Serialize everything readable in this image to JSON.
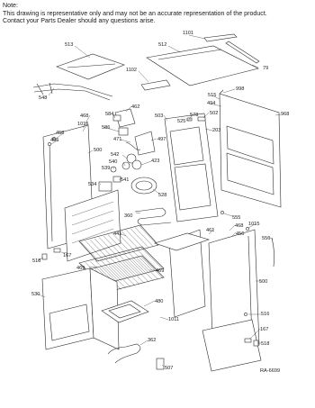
{
  "note": {
    "heading": "Note:",
    "line1": "This drawing is representative only and may not be an accurate representation of the product.",
    "line2": "Contact your Parts Dealer should any questions arise."
  },
  "drawing_ref": "RA-6699",
  "part_numbers": {
    "p1101": "1101",
    "p512": "512",
    "p513": "513",
    "p79": "79",
    "p1102": "1102",
    "p548": "548",
    "p998": "998",
    "p515": "515",
    "p494": "494",
    "p968": "968",
    "p502": "502",
    "p503": "503",
    "p525": "525",
    "p578": "578",
    "p203": "203",
    "p462": "462",
    "p584": "584",
    "p468a": "468",
    "p1015a": "1015",
    "p458": "458",
    "p456": "456",
    "p586": "586",
    "p471": "471",
    "p497": "497",
    "p500a": "500",
    "p542": "542",
    "p540": "540",
    "p423": "423",
    "p539": "539",
    "p541": "541",
    "p534": "534",
    "p528": "528",
    "p360": "360",
    "p555": "555",
    "p461": "461",
    "p1015b": "1015",
    "p468b": "468",
    "p456b": "456",
    "p556": "556",
    "p441": "441",
    "p469a": "469",
    "p469b": "469",
    "p518a": "518",
    "p167a": "167",
    "p500b": "500",
    "p530": "530",
    "p480": "480",
    "p1011": "1011",
    "p516": "516",
    "p518b": "518",
    "p167b": "167",
    "p362": "362",
    "p507": "507"
  }
}
